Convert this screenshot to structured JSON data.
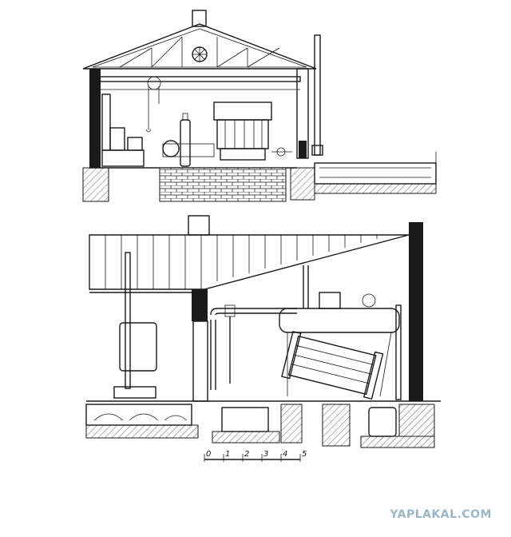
{
  "scale_bar": {
    "ticks": [
      "0",
      "1",
      "2",
      "3",
      "4",
      "5"
    ]
  },
  "watermark": "YAPLAKAL.COM"
}
